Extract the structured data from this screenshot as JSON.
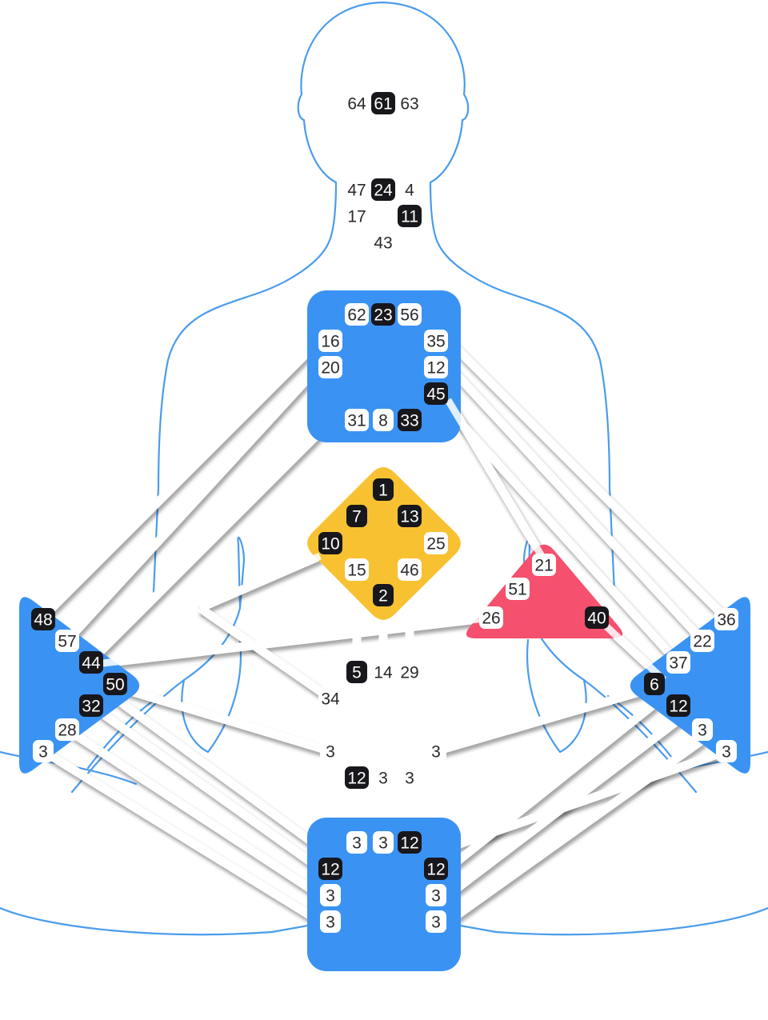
{
  "colors": {
    "outline": "#4a9cec",
    "center_blue": "#3a93f3",
    "center_yellow": "#f8c132",
    "center_red": "#f5506d",
    "gate_black_bg": "#17171c",
    "gate_white_bg": "#ffffff",
    "gate_text_dark": "#2a2a2e"
  },
  "centers": [
    {
      "id": "head",
      "color": "none"
    },
    {
      "id": "ajna",
      "color": "none"
    },
    {
      "id": "throat",
      "color": "center_blue"
    },
    {
      "id": "g",
      "color": "center_yellow"
    },
    {
      "id": "heart",
      "color": "center_red"
    },
    {
      "id": "spleen",
      "color": "center_blue"
    },
    {
      "id": "solar-plexus",
      "color": "center_blue"
    },
    {
      "id": "sacral",
      "color": "none"
    },
    {
      "id": "root",
      "color": "center_blue"
    }
  ],
  "gates": [
    {
      "id": "g64",
      "label": "64",
      "style": "plain"
    },
    {
      "id": "g61",
      "label": "61",
      "style": "black"
    },
    {
      "id": "g63",
      "label": "63",
      "style": "plain"
    },
    {
      "id": "g47",
      "label": "47",
      "style": "plain"
    },
    {
      "id": "g24",
      "label": "24",
      "style": "black"
    },
    {
      "id": "g4",
      "label": "4",
      "style": "plain"
    },
    {
      "id": "g17",
      "label": "17",
      "style": "plain"
    },
    {
      "id": "g11",
      "label": "11",
      "style": "black"
    },
    {
      "id": "g43",
      "label": "43",
      "style": "plain"
    },
    {
      "id": "g62",
      "label": "62",
      "style": "white"
    },
    {
      "id": "g23",
      "label": "23",
      "style": "black"
    },
    {
      "id": "g56",
      "label": "56",
      "style": "white"
    },
    {
      "id": "g16",
      "label": "16",
      "style": "white"
    },
    {
      "id": "g20",
      "label": "20",
      "style": "white"
    },
    {
      "id": "g35",
      "label": "35",
      "style": "white"
    },
    {
      "id": "g12a",
      "label": "12",
      "style": "white"
    },
    {
      "id": "g45",
      "label": "45",
      "style": "black"
    },
    {
      "id": "g31",
      "label": "31",
      "style": "white"
    },
    {
      "id": "g8",
      "label": "8",
      "style": "white"
    },
    {
      "id": "g33",
      "label": "33",
      "style": "black"
    },
    {
      "id": "g1",
      "label": "1",
      "style": "black"
    },
    {
      "id": "g7",
      "label": "7",
      "style": "black"
    },
    {
      "id": "g13",
      "label": "13",
      "style": "black"
    },
    {
      "id": "g10",
      "label": "10",
      "style": "black"
    },
    {
      "id": "g25",
      "label": "25",
      "style": "white"
    },
    {
      "id": "g15",
      "label": "15",
      "style": "white"
    },
    {
      "id": "g46",
      "label": "46",
      "style": "white"
    },
    {
      "id": "g2",
      "label": "2",
      "style": "black"
    },
    {
      "id": "g21",
      "label": "21",
      "style": "white"
    },
    {
      "id": "g51",
      "label": "51",
      "style": "white"
    },
    {
      "id": "g26",
      "label": "26",
      "style": "white"
    },
    {
      "id": "g40",
      "label": "40",
      "style": "black"
    },
    {
      "id": "g48",
      "label": "48",
      "style": "black"
    },
    {
      "id": "g57",
      "label": "57",
      "style": "white"
    },
    {
      "id": "g44",
      "label": "44",
      "style": "black"
    },
    {
      "id": "g50",
      "label": "50",
      "style": "black"
    },
    {
      "id": "g32",
      "label": "32",
      "style": "black"
    },
    {
      "id": "g28",
      "label": "28",
      "style": "white"
    },
    {
      "id": "g3a",
      "label": "3",
      "style": "white"
    },
    {
      "id": "g36",
      "label": "36",
      "style": "white"
    },
    {
      "id": "g22",
      "label": "22",
      "style": "white"
    },
    {
      "id": "g37",
      "label": "37",
      "style": "white"
    },
    {
      "id": "g6",
      "label": "6",
      "style": "black"
    },
    {
      "id": "g12b",
      "label": "12",
      "style": "black"
    },
    {
      "id": "g3b",
      "label": "3",
      "style": "white"
    },
    {
      "id": "g3c",
      "label": "3",
      "style": "white"
    },
    {
      "id": "g5",
      "label": "5",
      "style": "black"
    },
    {
      "id": "g14",
      "label": "14",
      "style": "plain"
    },
    {
      "id": "g29",
      "label": "29",
      "style": "plain"
    },
    {
      "id": "g34",
      "label": "34",
      "style": "plain"
    },
    {
      "id": "g3d",
      "label": "3",
      "style": "plain"
    },
    {
      "id": "g3e",
      "label": "3",
      "style": "plain"
    },
    {
      "id": "g12c",
      "label": "12",
      "style": "black"
    },
    {
      "id": "g3f",
      "label": "3",
      "style": "plain"
    },
    {
      "id": "g3g",
      "label": "3",
      "style": "plain"
    },
    {
      "id": "g3h",
      "label": "3",
      "style": "white"
    },
    {
      "id": "g3i",
      "label": "3",
      "style": "white"
    },
    {
      "id": "g12d",
      "label": "12",
      "style": "black"
    },
    {
      "id": "g12e",
      "label": "12",
      "style": "black"
    },
    {
      "id": "g12f",
      "label": "12",
      "style": "black"
    },
    {
      "id": "g3j",
      "label": "3",
      "style": "white"
    },
    {
      "id": "g3k",
      "label": "3",
      "style": "white"
    },
    {
      "id": "g3l",
      "label": "3",
      "style": "white"
    },
    {
      "id": "g3m",
      "label": "3",
      "style": "white"
    }
  ]
}
